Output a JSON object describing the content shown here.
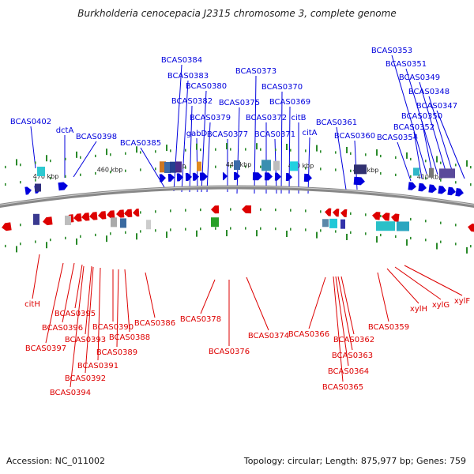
{
  "title": "Burkholderia cenocepacia J2315 chromosome 3, complete genome",
  "footer": {
    "accession": "Accession: NC_011002",
    "summary": "Topology: circular; Length: 875,977 bp; Genes: 759"
  },
  "colors": {
    "forward": "#0000dd",
    "reverse": "#dd0000",
    "backbone": "#888888",
    "tick": "#2a8a2a"
  },
  "kbp_labels": [
    "470 kbp",
    "460 kbp",
    "450 kbp",
    "440 kbp",
    "430 kbp",
    "420 kbp",
    "410 kbp"
  ],
  "forward_labels": [
    "BCAS0402",
    "dctA",
    "BCAS0398",
    "BCAS0385",
    "BCAS0384",
    "BCAS0383",
    "BCAS0382",
    "BCAS0380",
    "gabD",
    "BCAS0379",
    "BCAS0377",
    "BCAS0375",
    "BCAS0373",
    "BCAS0372",
    "BCAS0371",
    "BCAS0370",
    "BCAS0369",
    "citB",
    "citA",
    "BCAS0361",
    "BCAS0360",
    "BCAS0353",
    "BCAS0351",
    "BCAS0349",
    "BCAS0348",
    "BCAS0347",
    "BCAS0350",
    "BCAS0352",
    "BCAS0354"
  ],
  "reverse_labels": [
    "citH",
    "BCAS0395",
    "BCAS0396",
    "BCAS0397",
    "BCAS0393",
    "BCAS0390",
    "BCAS0388",
    "BCAS0389",
    "BCAS0391",
    "BCAS0392",
    "BCAS0394",
    "BCAS0386",
    "BCAS0378",
    "BCAS0376",
    "BCAS0374",
    "BCAS0366",
    "BCAS0362",
    "BCAS0363",
    "BCAS0364",
    "BCAS0365",
    "BCAS0359",
    "xylH",
    "xylG",
    "xylF"
  ]
}
